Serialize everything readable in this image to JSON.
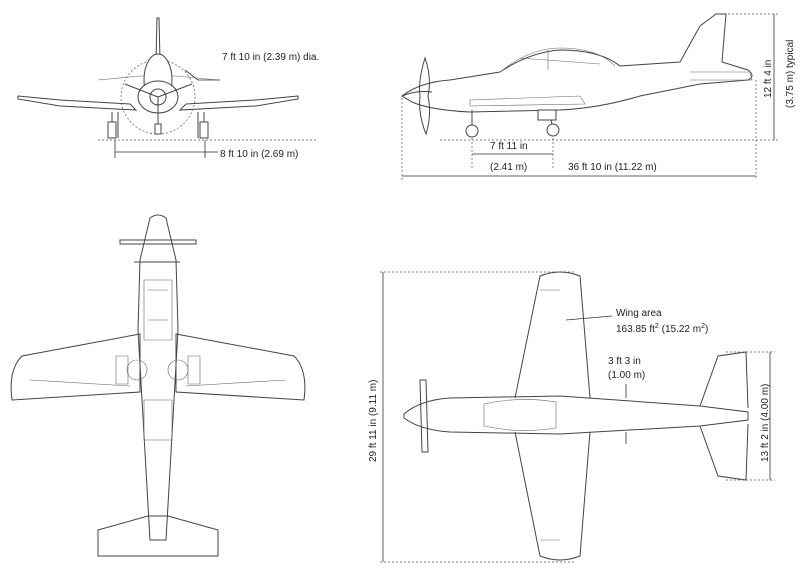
{
  "views": {
    "front": {
      "prop_diameter": "7 ft 10 in (2.39 m) dia.",
      "track": "8 ft 10 in (2.69 m)"
    },
    "side": {
      "height_imperial": "12 ft 4 in",
      "height_metric": "(3.75 m) typical",
      "wheelbase_imperial": "7 ft 11 in",
      "wheelbase_metric": "(2.41 m)",
      "length": "36 ft 10 in (11.22 m)"
    },
    "plan": {
      "wingspan": "29 ft 11 in (9.11 m)",
      "wing_area_label": "Wing area",
      "wing_area_value": "163.85 ft",
      "wing_area_value_unit_exp": "2",
      "wing_area_metric": "(15.22 m",
      "wing_area_metric_exp": "2",
      "wing_area_metric_close": ")",
      "fuselage_width_imperial": "3 ft 3 in",
      "fuselage_width_metric": "(1.00 m)",
      "tailplane_span": "13 ft 2 in (4.00 m)"
    }
  }
}
